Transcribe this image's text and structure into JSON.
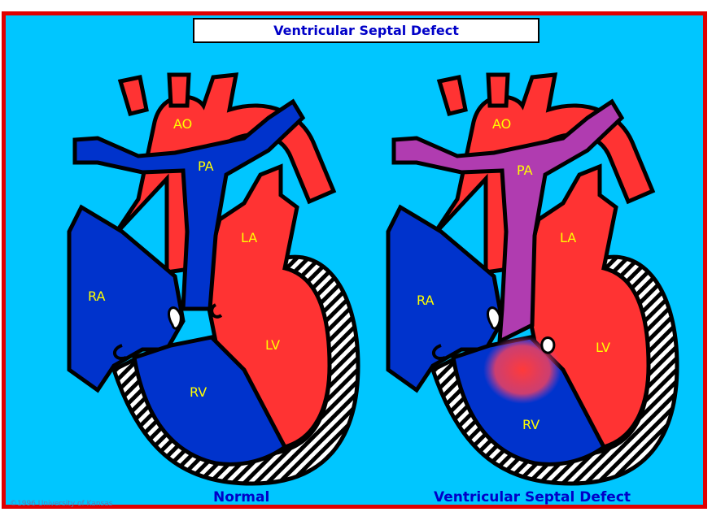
{
  "header": {
    "title": "Ventricular Septal Defect"
  },
  "left_heart": {
    "labels": {
      "ao": "AO",
      "pa": "PA",
      "la": "LA",
      "ra": "RA",
      "lv": "LV",
      "rv": "RV"
    },
    "caption": "Normal"
  },
  "right_heart": {
    "labels": {
      "ao": "AO",
      "pa": "PA",
      "la": "LA",
      "ra": "RA",
      "lv": "LV",
      "rv": "RV"
    },
    "caption": "Ventricular Septal Defect"
  },
  "copyright": "©1996 University of Kansas",
  "colors": {
    "background": "#00c6ff",
    "frame": "#e00000",
    "oxygenated": "#ff3333",
    "deoxygenated": "#0033cc",
    "mixed": "#b03cb0",
    "label": "#ffff00",
    "caption": "#0000c8"
  }
}
